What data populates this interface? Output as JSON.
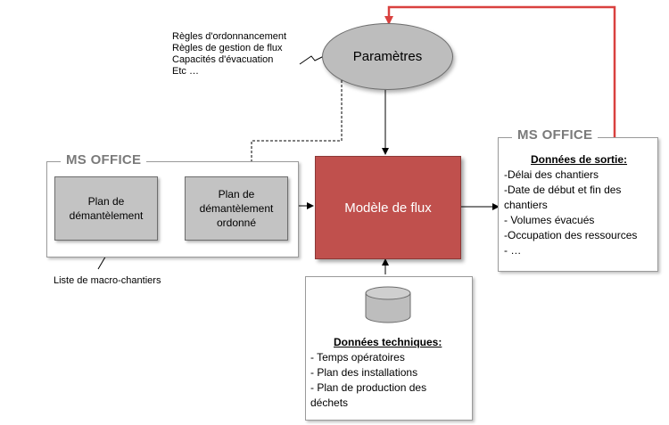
{
  "params": {
    "title": "Paramètres",
    "notes": [
      "Règles d'ordonnancement",
      "Règles de gestion de flux",
      "Capacités d'évacuation",
      "Etc …"
    ]
  },
  "ms_office_left": {
    "label": "MS OFFICE",
    "box1": [
      "Plan de",
      "démantèlement"
    ],
    "box2": [
      "Plan de",
      "démantèlement",
      "ordonné"
    ],
    "footnote": "Liste de macro-chantiers"
  },
  "model": {
    "title": "Modèle de flux"
  },
  "ms_office_right": {
    "label": "MS OFFICE",
    "heading": "Données de sortie:",
    "items": [
      "-Délai des chantiers",
      "-Date de début et fin des",
      "chantiers",
      "- Volumes évacués",
      "-Occupation des ressources",
      "- …"
    ]
  },
  "technical": {
    "heading": "Données techniques:",
    "items": [
      "- Temps opératoires",
      "- Plan des installations",
      "- Plan de production des",
      "déchets"
    ]
  },
  "colors": {
    "model_red": "#c0504d",
    "loop_arrow": "#d9413f",
    "grey_box": "#c3c3c3"
  }
}
